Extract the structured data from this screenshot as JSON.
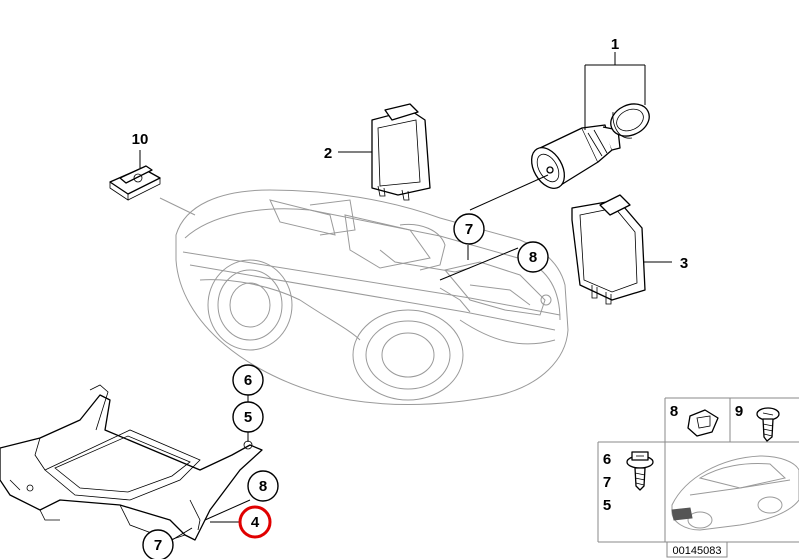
{
  "labels": {
    "p1": "1",
    "p2": "2",
    "p3": "3",
    "p4": "4",
    "p5": "5",
    "p6": "6",
    "p7": "7",
    "p8": "8",
    "p10": "10",
    "inset_8": "8",
    "inset_9": "9",
    "inset_6": "6",
    "inset_7": "7",
    "inset_5": "5"
  },
  "highlight_color": "#e00000",
  "diagram_code": "00145083"
}
